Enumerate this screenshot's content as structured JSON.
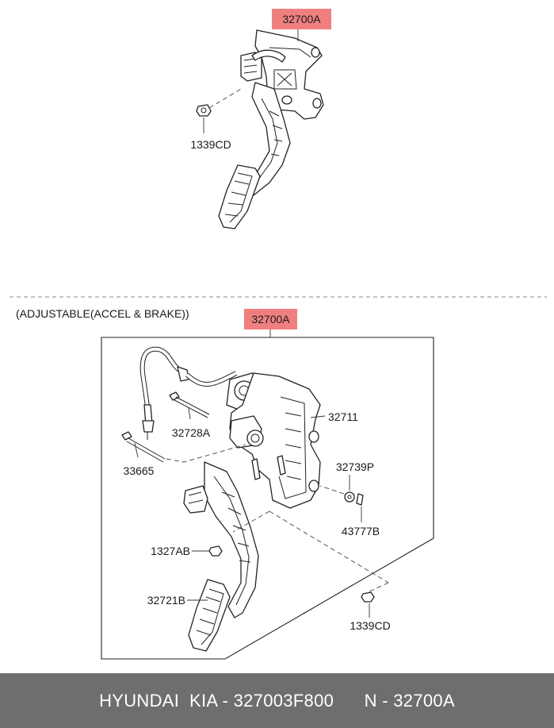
{
  "top_assembly": {
    "part_label": "32700A",
    "nut_label": "1339CD"
  },
  "adjustable_section": {
    "title": "(ADJUSTABLE(ACCEL & BRAKE))",
    "assembly_label": "32700A",
    "labels": {
      "bracket": "32711",
      "long_bolt": "32728A",
      "bolt": "33665",
      "washer": "32739P",
      "clip": "43777B",
      "nut_pedal": "1327AB",
      "pedal_pad": "32721B",
      "nut_lower": "1339CD"
    }
  },
  "highlight_color": "#f08080",
  "footer": {
    "text": "HYUNDAI  KIA - 327003F800      N - 32700A",
    "background": "#6e6e6e"
  }
}
